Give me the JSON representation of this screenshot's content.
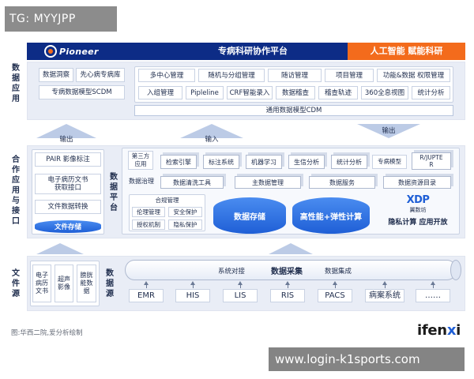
{
  "watermark_top": "TG: MYYJPP",
  "watermark_bottom": "www.login-k1sports.com",
  "header": {
    "logo": "Pioneer",
    "title": "专病科研协作平台",
    "right": "人工智能  赋能科研"
  },
  "sections": {
    "app": "数据应用",
    "coop": "合作应用与接口",
    "platform": "数据平台",
    "source": "文件源",
    "datasource": "数据源"
  },
  "app_left": [
    "数据洞察",
    "先心病专病库",
    "专病数据模型SCDM"
  ],
  "app_row1": [
    "多中心管理",
    "随机与分组管理",
    "随访管理",
    "项目管理",
    "功能&数据 权限管理"
  ],
  "app_row2": [
    "入组管理",
    "Pipleline",
    "CRF智能录入",
    "数据稽查",
    "稽查轨迹",
    "360全息视图",
    "统计分析"
  ],
  "app_bottom": "通用数据模型CDM",
  "arrows": {
    "out_left": "输出",
    "in_mid": "输入",
    "out_right": "输出"
  },
  "coop_items": [
    "PAIR 影像标注",
    "电子病历文书\n获取接口",
    "文件数据转换"
  ],
  "coop_storage": "文件存储",
  "platform_third_party": "第三方\n应用",
  "platform_tools": [
    "检索引擎",
    "标注系统",
    "机器学习",
    "生信分析",
    "统计分析"
  ],
  "platform_special_model": "专病模型",
  "platform_jupyter": "R/JUPTE\nR",
  "platform_governance": "数据治理",
  "platform_cleaning": "数据清洗工具",
  "platform_row2": [
    "主数据管理",
    "数据服务",
    "数据资源目录"
  ],
  "compliance": {
    "title": "合规管理",
    "items": [
      "伦理管理",
      "安全保护",
      "授权机制",
      "隐私保护"
    ]
  },
  "storage_label": "数据存储",
  "compute_label": "高性能+弹性计算",
  "xdp": {
    "logo": "XDP",
    "sub": "翼数坊",
    "tagline": "隐私计算  应用开放"
  },
  "source_files": [
    "电子病历文书",
    "超声影像",
    "膀胱能数据"
  ],
  "pipe": {
    "left": "系统对接",
    "mid": "数据采集",
    "right": "数据集成"
  },
  "sources": [
    "EMR",
    "HIS",
    "LIS",
    "RIS",
    "PACS",
    "病案系统",
    "……"
  ],
  "footer": {
    "source": "图:华西二院,爱分析绘制",
    "brand_a": "ifen",
    "brand_b": "x",
    "brand_c": "i"
  },
  "colors": {
    "navy": "#0d2c86",
    "orange": "#f36b1c",
    "blue": "#1f5fd6",
    "panel": "#e9edf6"
  }
}
